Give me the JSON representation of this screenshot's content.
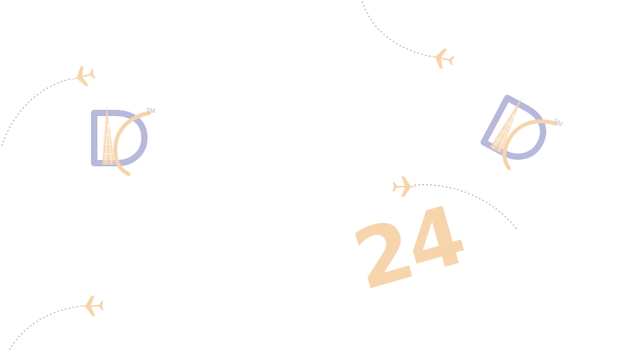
{
  "colors": {
    "accent_peach": "#f6d5ad",
    "logo_lavender": "#b7b8dc",
    "dotted_path": "#9e9e9e",
    "background": "#ffffff"
  },
  "icons": {
    "plane": "airplane-icon",
    "logo": "dq-monogram-logo",
    "trail": "dotted-flight-path"
  },
  "decor": {
    "number_text": "24",
    "trademark": "TM"
  }
}
